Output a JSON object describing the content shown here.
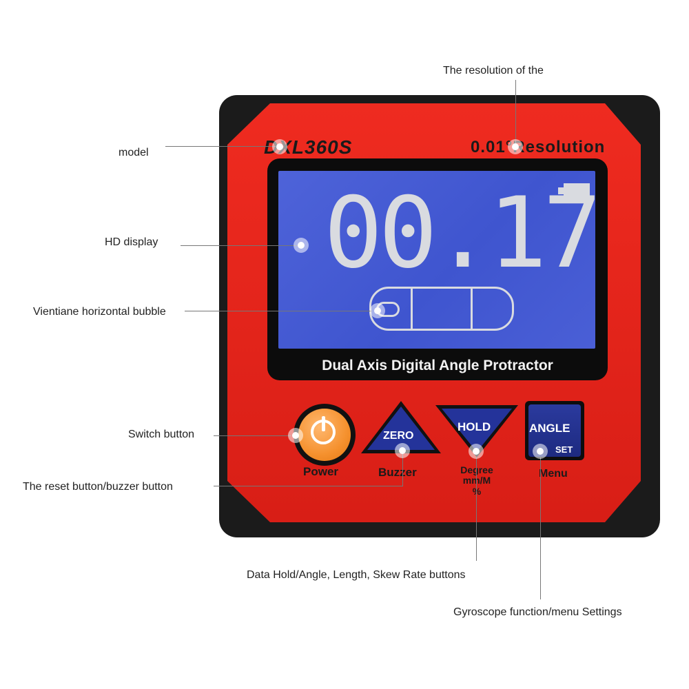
{
  "device": {
    "brand": "DXL360S",
    "resolution": "0.01°Resolution",
    "reading": "00.17",
    "screen_caption": "Dual Axis Digital Angle Protractor",
    "buttons": {
      "power_label": "Power",
      "zero": "ZERO",
      "buzzer_label": "Buzzer",
      "hold": "HOLD",
      "degree_label_1": "Degree",
      "degree_label_2": "mm/M",
      "degree_label_3": "%",
      "angle": "ANGLE",
      "set": "SET",
      "menu_label": "Menu"
    }
  },
  "callouts": {
    "resolution": "The resolution of the",
    "model": "model",
    "hd_display": "HD display",
    "bubble": "Vientiane horizontal bubble",
    "switch": "Switch button",
    "reset": "The reset button/buzzer button",
    "hold": "Data Hold/Angle, Length, Skew Rate buttons",
    "gyro": "Gyroscope function/menu Settings"
  },
  "colors": {
    "face": "#e8251c",
    "lcd": "#4a5fd6",
    "power": "#f5912e"
  }
}
